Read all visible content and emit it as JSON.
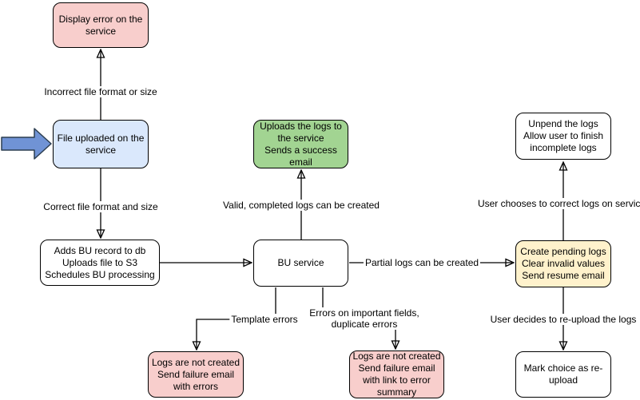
{
  "colors": {
    "canvas-bg": "#ffffff",
    "pink-fill": "#f8cecc",
    "blue-fill": "#dae8fc",
    "green-fill": "#a2d492",
    "yellow-fill": "#fff2cc",
    "white-fill": "#ffffff",
    "node-border": "#000000",
    "connector": "#000000",
    "upload-arrow-fill": "#7093d5",
    "upload-arrow-stroke": "#2c3e50"
  },
  "nodes": {
    "display_error": {
      "lines": [
        "Display error on the",
        "service"
      ]
    },
    "file_uploaded": {
      "lines": [
        "File uploaded on the",
        "service"
      ]
    },
    "adds_bu_record": {
      "lines": [
        "Adds BU record to db",
        "Uploads file to S3",
        "Schedules BU processing"
      ]
    },
    "bu_service": {
      "lines": [
        "BU service"
      ]
    },
    "uploads_logs": {
      "lines": [
        "Uploads the logs to",
        "the service",
        "Sends a success",
        "email"
      ]
    },
    "create_pending_logs": {
      "lines": [
        "Create pending logs",
        "Clear invalid values",
        "Send resume email"
      ]
    },
    "unpend_logs": {
      "lines": [
        "Unpend the logs",
        "Allow user to finish",
        "incomplete logs"
      ]
    },
    "mark_reupload": {
      "lines": [
        "Mark choice as re-",
        "upload"
      ]
    },
    "logs_not_created_errors": {
      "lines": [
        "Logs are not created",
        "Send failure email",
        "with errors"
      ]
    },
    "logs_not_created_summary": {
      "lines": [
        "Logs are not created",
        "Send failure email",
        "with link to error",
        "summary"
      ]
    }
  },
  "edge_labels": {
    "incorrect_format": "Incorrect file format or size",
    "correct_format": "Correct file format and size",
    "valid_logs": "Valid, completed logs can be created",
    "partial_logs": "Partial logs can be created",
    "correct_on_service": "User chooses to correct logs on service",
    "reupload_decision": "User decides to re-upload the logs",
    "template_errors": "Template errors",
    "important_errors_lines": [
      "Errors on important fields,",
      "duplicate errors"
    ]
  }
}
